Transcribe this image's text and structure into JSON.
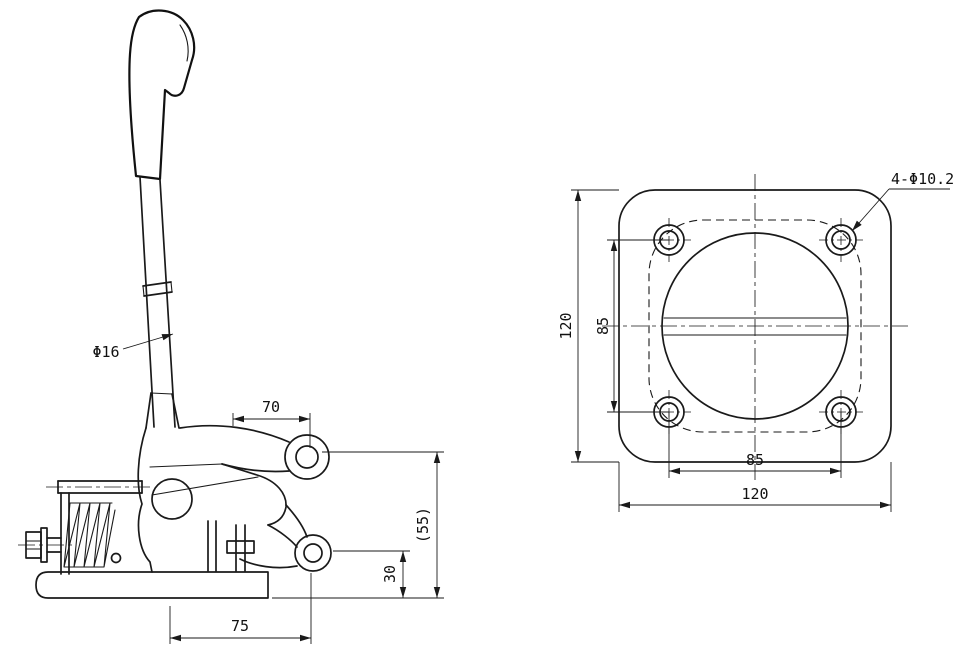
{
  "page": {
    "background": "#ffffff",
    "line_color": "#1a1a1a"
  },
  "drawing": {
    "type": "engineering-2d",
    "views": {
      "side_view": {
        "title": "lever-mechanism-side-view",
        "labels": {
          "shaft_dia": "Φ16",
          "top_width": "70",
          "ref_height": "(55)",
          "lower_height": "30",
          "base_width": "75"
        }
      },
      "top_view": {
        "title": "mounting-flange-top-view",
        "labels": {
          "hole_callout": "4-Φ10.2",
          "plate_height": "120",
          "hole_spacing_v": "85",
          "hole_spacing_h": "85",
          "plate_width": "120"
        }
      }
    }
  }
}
